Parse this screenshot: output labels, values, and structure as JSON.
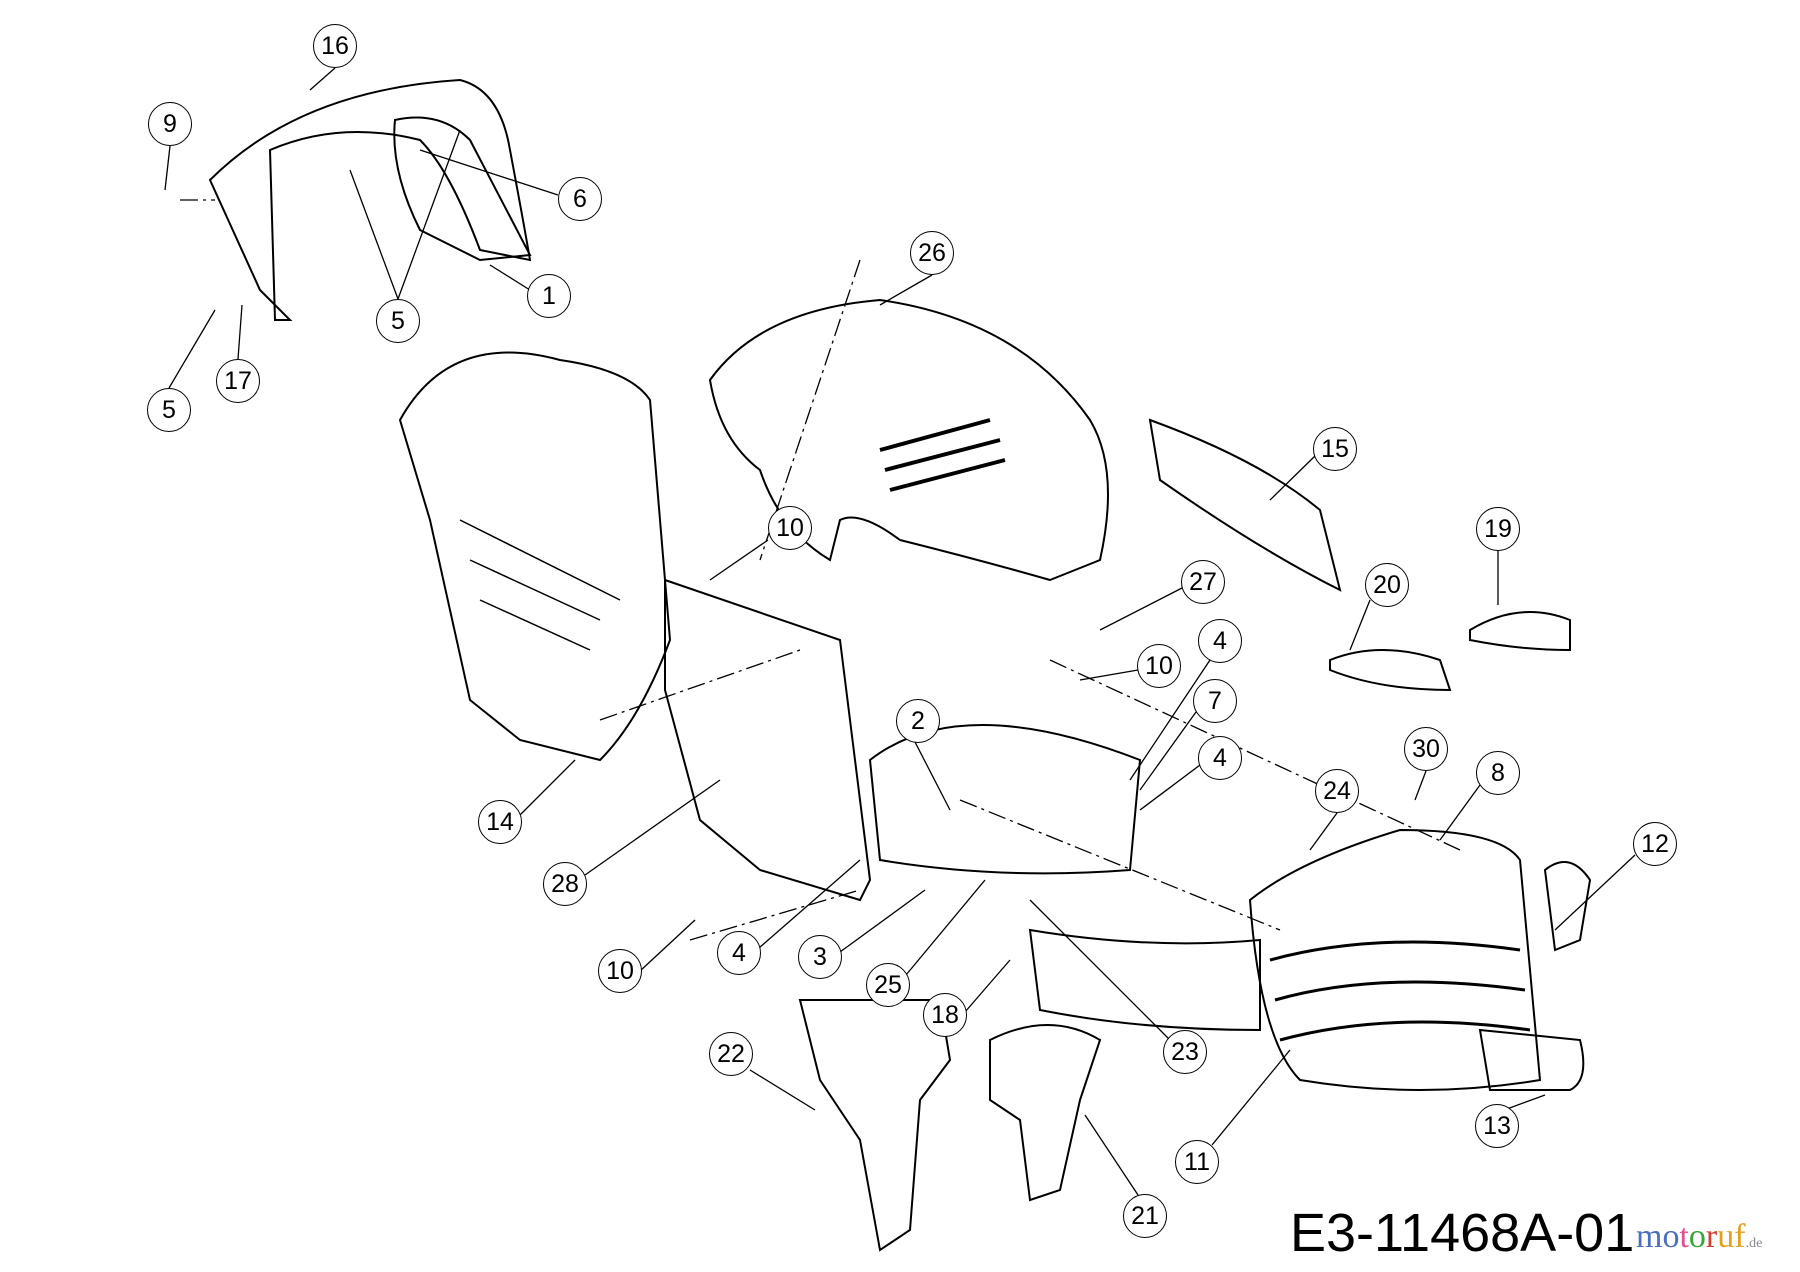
{
  "diagram_id": "E3-11468A-01",
  "watermark": {
    "letters": [
      "m",
      "o",
      "t",
      "o",
      "r",
      "u",
      "f"
    ],
    "colors": [
      "#4a6fc0",
      "#4a6fc0",
      "#e0508a",
      "#3aa53a",
      "#d04030",
      "#e0a020",
      "#e0a020"
    ],
    "suffix": ".de"
  },
  "callouts": [
    "16",
    "9",
    "6",
    "1",
    "5",
    "5",
    "17",
    "26",
    "15",
    "10",
    "19",
    "20",
    "27",
    "4",
    "10",
    "7",
    "2",
    "4",
    "30",
    "8",
    "24",
    "12",
    "14",
    "28",
    "10",
    "4",
    "3",
    "25",
    "18",
    "23",
    "11",
    "13",
    "22",
    "21"
  ]
}
